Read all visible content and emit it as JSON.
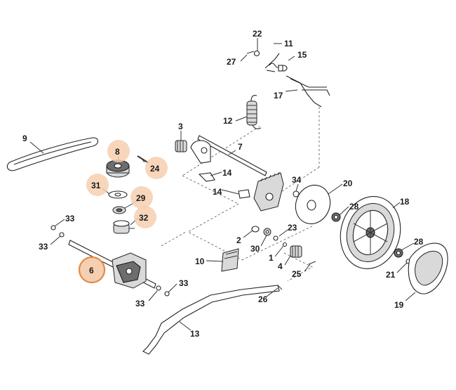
{
  "diagram": {
    "callouts": [
      {
        "id": "c22",
        "label": "22"
      },
      {
        "id": "c11",
        "label": "11"
      },
      {
        "id": "c27",
        "label": "27"
      },
      {
        "id": "c15",
        "label": "15"
      },
      {
        "id": "c17",
        "label": "17"
      },
      {
        "id": "c12",
        "label": "12"
      },
      {
        "id": "c3",
        "label": "3"
      },
      {
        "id": "c7",
        "label": "7"
      },
      {
        "id": "c9",
        "label": "9"
      },
      {
        "id": "c8",
        "label": "8"
      },
      {
        "id": "c24",
        "label": "24"
      },
      {
        "id": "c14a",
        "label": "14"
      },
      {
        "id": "c14b",
        "label": "14"
      },
      {
        "id": "c34",
        "label": "34"
      },
      {
        "id": "c20",
        "label": "20"
      },
      {
        "id": "c31",
        "label": "31"
      },
      {
        "id": "c29",
        "label": "29"
      },
      {
        "id": "c28a",
        "label": "28"
      },
      {
        "id": "c18",
        "label": "18"
      },
      {
        "id": "c32",
        "label": "32"
      },
      {
        "id": "c33a",
        "label": "33"
      },
      {
        "id": "c33b",
        "label": "33"
      },
      {
        "id": "c2",
        "label": "2"
      },
      {
        "id": "c23",
        "label": "23"
      },
      {
        "id": "c30",
        "label": "30"
      },
      {
        "id": "c28b",
        "label": "28"
      },
      {
        "id": "c1",
        "label": "1"
      },
      {
        "id": "c10",
        "label": "10"
      },
      {
        "id": "c4",
        "label": "4"
      },
      {
        "id": "c6",
        "label": "6"
      },
      {
        "id": "c25",
        "label": "25"
      },
      {
        "id": "c21",
        "label": "21"
      },
      {
        "id": "c33c",
        "label": "33"
      },
      {
        "id": "c33d",
        "label": "33"
      },
      {
        "id": "c26",
        "label": "26"
      },
      {
        "id": "c19",
        "label": "19"
      },
      {
        "id": "c13",
        "label": "13"
      }
    ],
    "highlighted": [
      "8",
      "24",
      "31",
      "29",
      "32",
      "6"
    ],
    "selected": "6",
    "colors": {
      "highlight": "#f6cfb0",
      "selected_ring": "#e08b45",
      "ink": "#222222"
    }
  }
}
